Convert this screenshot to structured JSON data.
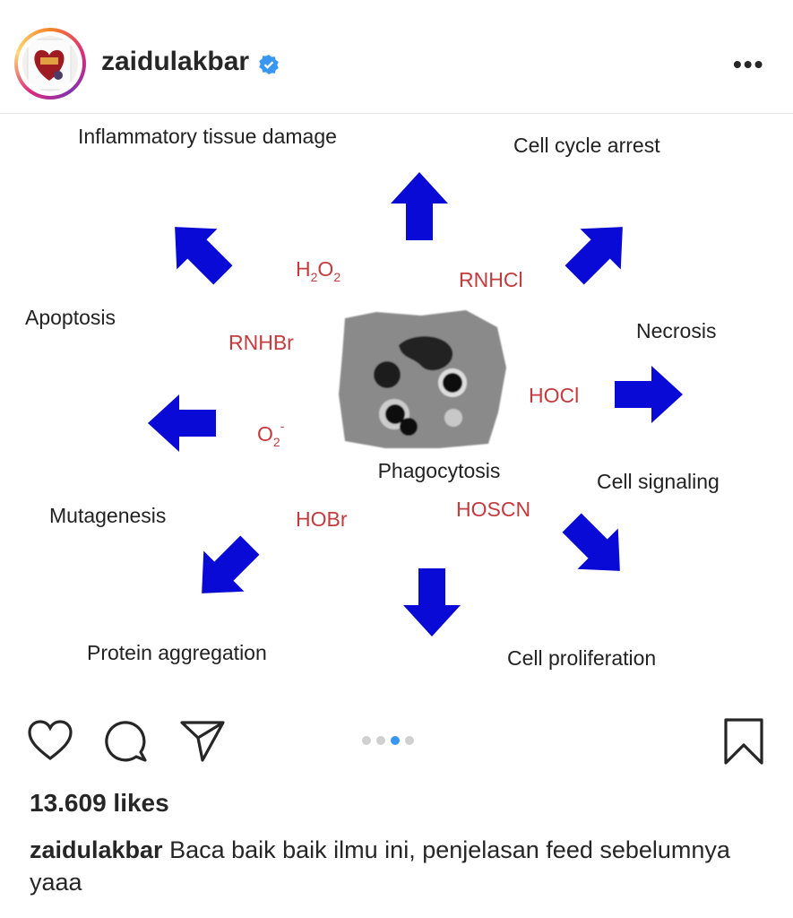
{
  "header": {
    "username": "zaidulakbar",
    "verified_icon": "verified-badge-icon",
    "more_icon": "more-options-icon"
  },
  "diagram": {
    "center_label": "Phagocytosis",
    "outcomes": [
      "Inflammatory tissue damage",
      "Cell cycle arrest",
      "Apoptosis",
      "Necrosis",
      "Cell signaling",
      "Mutagenesis",
      "Protein aggregation",
      "Cell proliferation"
    ],
    "species": {
      "h2o2": "H",
      "h2o2_sub1": "2",
      "h2o2_o": "O",
      "h2o2_sub2": "2",
      "rnhcl": "RNHCl",
      "rnhbr": "RNHBr",
      "hocl": "HOCl",
      "o2": "O",
      "o2_sub": "2",
      "o2_sup": "-",
      "hobr": "HOBr",
      "hoscn": "HOSCN"
    },
    "arrow_color": "#0a0ad6"
  },
  "carousel": {
    "count": 4,
    "active_index": 2
  },
  "post": {
    "likes": "13.609 likes",
    "caption_user": "zaidulakbar",
    "caption_text": " Baca baik baik ilmu ini, penjelasan feed sebelumnya yaaa"
  }
}
